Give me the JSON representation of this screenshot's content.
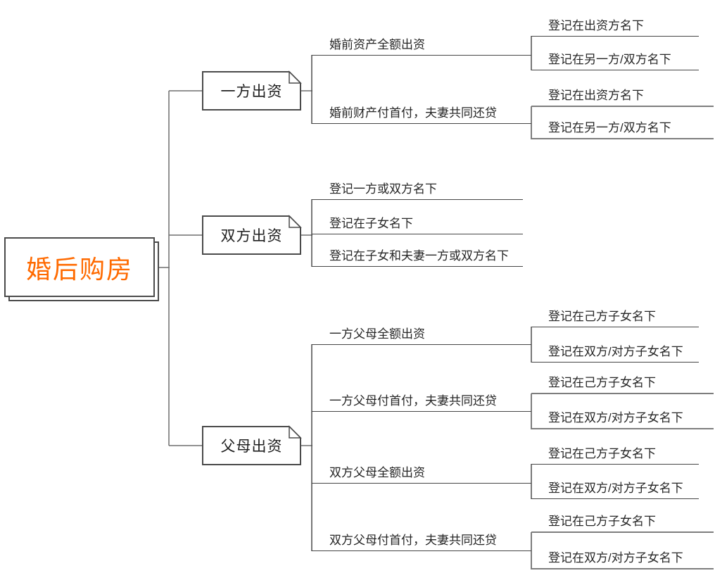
{
  "colors": {
    "accent": "#ff6a00",
    "line": "#4a4a4a",
    "alt_line": "#7d7d7d"
  },
  "root": {
    "label": "婚后购房",
    "color": "#ff6a00"
  },
  "branches": [
    {
      "label": "一方出资",
      "children": [
        {
          "label": "婚前资产全额出资",
          "children": [
            {
              "label": "登记在出资方名下"
            },
            {
              "label": "登记在另一方/双方名下"
            }
          ]
        },
        {
          "label": "婚前财产付首付，夫妻共同还贷",
          "children": [
            {
              "label": "登记在出资方名下"
            },
            {
              "label": "登记在另一方/双方名下"
            }
          ]
        }
      ]
    },
    {
      "label": "双方出资",
      "children": [
        {
          "label": "登记一方或双方名下"
        },
        {
          "label": "登记在子女名下"
        },
        {
          "label": "登记在子女和夫妻一方或双方名下"
        }
      ]
    },
    {
      "label": "父母出资",
      "children": [
        {
          "label": "一方父母全额出资",
          "children": [
            {
              "label": "登记在己方子女名下"
            },
            {
              "label": "登记在双方/对方子女名下"
            }
          ]
        },
        {
          "label": "一方父母付首付，夫妻共同还贷",
          "children": [
            {
              "label": "登记在己方子女名下"
            },
            {
              "label": "登记在双方/对方子女名下"
            }
          ]
        },
        {
          "label": "双方父母全额出资",
          "children": [
            {
              "label": "登记在己方子女名下"
            },
            {
              "label": "登记在双方/对方子女名下"
            }
          ]
        },
        {
          "label": "双方父母付首付，夫妻共同还贷",
          "children": [
            {
              "label": "登记在己方子女名下"
            },
            {
              "label": "登记在双方/对方子女名下"
            }
          ]
        }
      ]
    }
  ]
}
